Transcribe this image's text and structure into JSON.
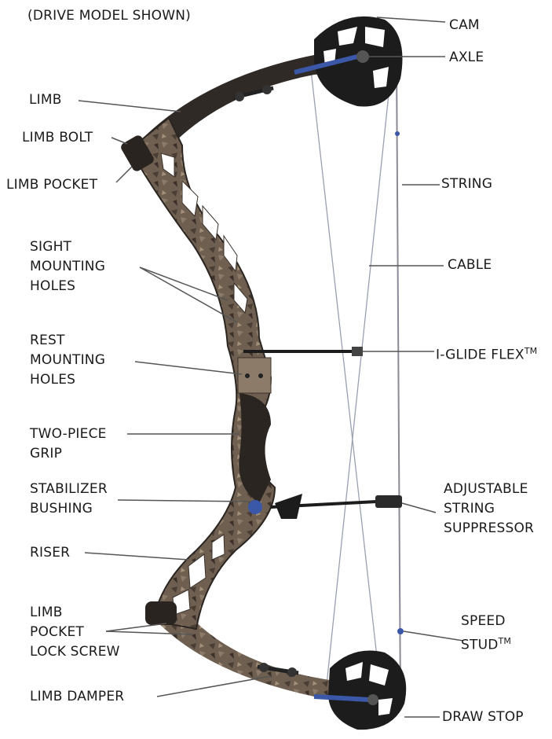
{
  "caption": "(DRIVE MODEL SHOWN)",
  "labels": {
    "cam": "CAM",
    "axle": "AXLE",
    "limb": "LIMB",
    "limb_bolt": "LIMB BOLT",
    "limb_pocket": "LIMB POCKET",
    "string": "STRING",
    "sight_holes": [
      "SIGHT",
      "MOUNTING",
      "HOLES"
    ],
    "cable": "CABLE",
    "rest_holes": [
      "REST",
      "MOUNTING",
      "HOLES"
    ],
    "iglide": "I-GLIDE FLEX",
    "iglide_tm": "TM",
    "grip": [
      "TWO-PIECE",
      "GRIP"
    ],
    "stabilizer": [
      "STABILIZER",
      "BUSHING"
    ],
    "suppressor": [
      "ADJUSTABLE",
      "STRING",
      "SUPPRESSOR"
    ],
    "riser": "RISER",
    "lock_screw": [
      "LIMB",
      "POCKET",
      "LOCK SCREW"
    ],
    "speed_stud": [
      "SPEED",
      "STUD"
    ],
    "speed_stud_tm": "TM",
    "limb_damper": "LIMB DAMPER",
    "draw_stop": "DRAW STOP"
  },
  "colors": {
    "text": "#1a1a1a",
    "leader": "#555555",
    "riser_camo": "#6e5f50",
    "riser_dark": "#2b2521",
    "cam_black": "#1c1c1c",
    "axle_blue": "#3a57a8",
    "string": "#8a8a96"
  },
  "icons": [
    "bow-riser-shape",
    "cam-wheel-shape"
  ]
}
